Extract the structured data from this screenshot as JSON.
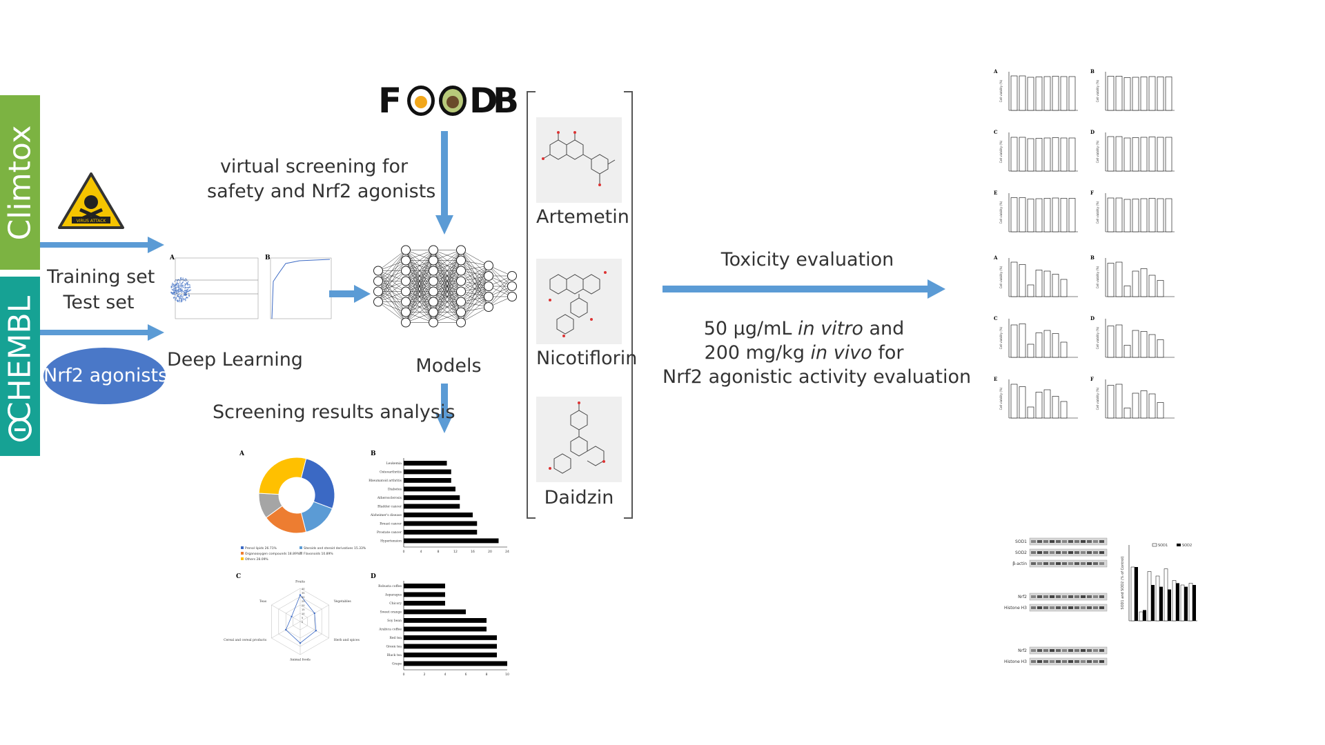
{
  "sidebar": {
    "climtox": "Climtox",
    "chembl": "CHEMBL",
    "climtox_color": "#7cb342",
    "chembl_color": "#16a294"
  },
  "badge": {
    "text": "VIRUS ATTACK"
  },
  "labels": {
    "training": "Training set",
    "test": "Test set",
    "nrf2_agonists": "Nrf2 agonists",
    "deep_learning": "Deep Learning",
    "virtual_screening_1": "virtual screening for",
    "virtual_screening_2": "safety and Nrf2 agonists",
    "models": "Models",
    "screening_results": "Screening results analysis",
    "toxicity": "Toxicity evaluation",
    "dose_1_a": "50 μg/mL ",
    "dose_1_b": "in vitro",
    "dose_1_c": " and",
    "dose_2_a": "200 mg/kg ",
    "dose_2_b": "in vivo",
    "dose_2_c": " for",
    "dose_3": "Nrf2 agonistic activity evaluation"
  },
  "foodb": {
    "l1": "F",
    "l2": "D",
    "l3": "B"
  },
  "compounds": [
    "Artemetin",
    "Nicotiflorin",
    "Daidzin"
  ],
  "colors": {
    "arrow": "#5b9bd5",
    "ellipse": "#4a78c8"
  },
  "analysis": {
    "panel_a": {
      "letter": "A",
      "slices": [
        {
          "label": "Prenol lipids 26.71%",
          "value": 26.71,
          "color": "#3b69c4"
        },
        {
          "label": "Steroids and steroid derivatives 15.33%",
          "value": 15.33,
          "color": "#5b9bd5"
        },
        {
          "label": "Organooxygen compounds 18.89%",
          "value": 18.89,
          "color": "#ed7d31"
        },
        {
          "label": "Flavonoids 10.89%",
          "value": 10.89,
          "color": "#a5a5a5"
        },
        {
          "label": "Others 28.09%",
          "value": 28.09,
          "color": "#ffc000"
        }
      ]
    },
    "panel_b": {
      "letter": "B",
      "categories": [
        "Leukemia",
        "Osteoarthritis",
        "Rheumatoid arthritis",
        "Diabetes",
        "Atherosclerosis",
        "Bladder cancer",
        "Alzheimer's disease",
        "Breast cancer",
        "Prostate cancer",
        "Hypertension"
      ],
      "values": [
        10,
        11,
        11,
        12,
        13,
        13,
        16,
        17,
        17,
        22
      ],
      "ticks": [
        "0",
        "4",
        "8",
        "12",
        "16",
        "20",
        "24"
      ]
    },
    "panel_c": {
      "letter": "C",
      "axes": [
        "Fruits",
        "Vegetables",
        "Herb and spices",
        "Animal foods",
        "Cereal and cereal products",
        "Teas"
      ],
      "values": [
        32,
        20,
        22,
        26,
        20,
        12
      ],
      "rings": [
        "40",
        "35",
        "30",
        "25",
        "20",
        "15",
        "10",
        "5",
        "0"
      ]
    },
    "panel_d": {
      "letter": "D",
      "categories": [
        "Robusta coffee",
        "Asparagus",
        "Chicory",
        "Sweet orange",
        "Soy bean",
        "Arabica coffee",
        "Red tea",
        "Green tea",
        "Black tea",
        "Grape"
      ],
      "values": [
        4,
        4,
        4,
        6,
        8,
        8,
        9,
        9,
        9,
        10
      ],
      "ticks": [
        "0",
        "2",
        "4",
        "6",
        "8",
        "10"
      ]
    }
  },
  "results": {
    "viability_letters": [
      "A",
      "B",
      "C",
      "D",
      "E",
      "F"
    ],
    "yaxis_label": "Cell viability (%)",
    "sod_legend": [
      "SOD1",
      "SOD2"
    ],
    "blot_labels_a": [
      "SOD1",
      "SOD2",
      "β-actin"
    ],
    "blot_labels_b": [
      "Nrf2",
      "Histone H3"
    ],
    "blot_labels_c": [
      "Nrf2",
      "Histone H3"
    ],
    "sod_ylabel": "SOD1 and SOD2 (% of Control)"
  }
}
